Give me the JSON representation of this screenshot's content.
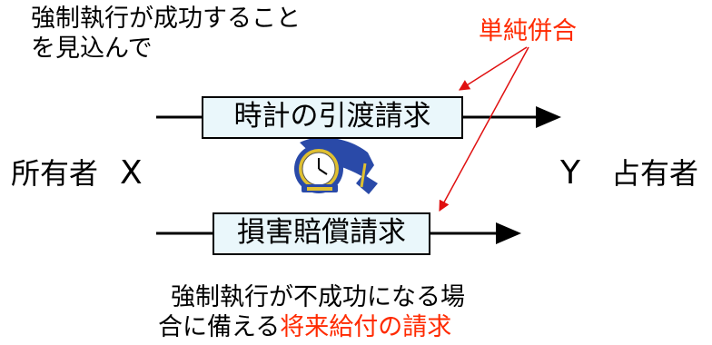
{
  "top_note": {
    "line1": "強制執行が成功すること",
    "line2": "を見込んで"
  },
  "merger_label": "単純併合",
  "claim_top": "時計の引渡請求",
  "claim_bottom": "損害賠償請求",
  "owner": {
    "label": "所有者",
    "letter": "X"
  },
  "possessor": {
    "letter": "Y",
    "label": "占有者"
  },
  "bottom_note": {
    "line1": "強制執行が不成功になる場",
    "line2_prefix": "合に備える",
    "line2_highlight": "将来給付の請求"
  },
  "colors": {
    "accent_red": "#ff2a00",
    "arrow_red": "#e01010",
    "box_fill": "#eaf7fb",
    "watch_blue": "#2a4aa8",
    "watch_gold": "#e0c030"
  },
  "icons": {
    "watch": "wristwatch-icon"
  }
}
